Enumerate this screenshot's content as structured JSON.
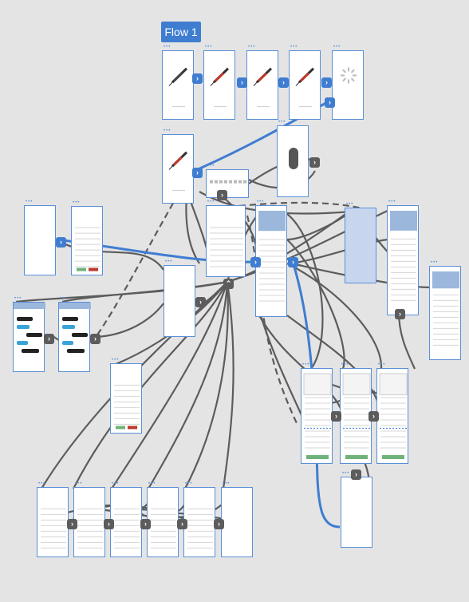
{
  "flow_label": "Flow 1",
  "colors": {
    "canvas": "#e4e4e4",
    "screen_border": "#5a8fd8",
    "blue_link": "#3f7dd1",
    "gray_link": "#5c5c5c",
    "flow_tag": "#3f7dd1"
  },
  "screens": [
    {
      "id": "s1",
      "icon": "syringe-icon"
    },
    {
      "id": "s2",
      "icon": "syringe-icon"
    },
    {
      "id": "s3",
      "icon": "syringe-icon"
    },
    {
      "id": "s4",
      "icon": "syringe-icon"
    },
    {
      "id": "s5",
      "icon": "loading-spinner-icon"
    },
    {
      "id": "s6",
      "icon": "syringe-icon"
    },
    {
      "id": "s7",
      "icon": "figure-icon"
    },
    {
      "id": "s8",
      "icon": "keyboard-icon"
    },
    {
      "id": "s9",
      "icon": "blank"
    },
    {
      "id": "s10",
      "icon": "form"
    },
    {
      "id": "s11",
      "icon": "menu"
    },
    {
      "id": "s12",
      "icon": "article"
    },
    {
      "id": "s13",
      "icon": "tinted"
    },
    {
      "id": "s14",
      "icon": "article"
    },
    {
      "id": "s15",
      "icon": "article"
    },
    {
      "id": "s16",
      "icon": "chat"
    },
    {
      "id": "s17",
      "icon": "chat"
    },
    {
      "id": "s18",
      "icon": "blank"
    },
    {
      "id": "s19",
      "icon": "form"
    },
    {
      "id": "s20",
      "icon": "calendar"
    },
    {
      "id": "s21",
      "icon": "calendar"
    },
    {
      "id": "s22",
      "icon": "calendar"
    },
    {
      "id": "s23",
      "icon": "blank"
    },
    {
      "id": "s24",
      "icon": "list"
    },
    {
      "id": "s25",
      "icon": "list"
    },
    {
      "id": "s26",
      "icon": "list"
    },
    {
      "id": "s27",
      "icon": "list"
    },
    {
      "id": "s28",
      "icon": "list"
    },
    {
      "id": "s29",
      "icon": "blank"
    }
  ]
}
